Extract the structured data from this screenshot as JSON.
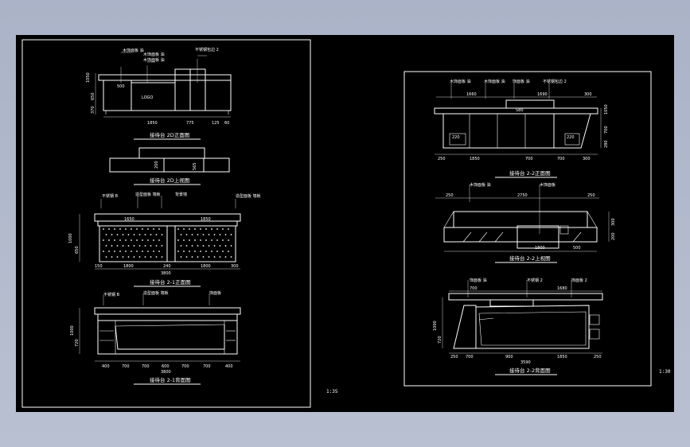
{
  "sheet": {
    "background": "#000000",
    "line_color": "#ffffff",
    "scale_left": "1:35",
    "scale_right": "1:30"
  },
  "left_sheet": {
    "front_view_a": {
      "caption": "接待台 2D正面图",
      "dims": [
        "500",
        "1850",
        "775",
        "125",
        "60"
      ],
      "heights": [
        "1050",
        "650",
        "370"
      ],
      "callouts": [
        "木饰面板 油",
        "木饰面板 油",
        "木饰面板 油",
        "不锈钢包边 2"
      ],
      "logo": "LOGO"
    },
    "top_view_a": {
      "caption": "接待台 2D上视图",
      "dims": [
        "200",
        "565"
      ]
    },
    "front_view_b": {
      "caption": "接待台 2-1正面图",
      "top_dims": [
        "1650",
        "1850"
      ],
      "dims": [
        "150",
        "1800",
        "240",
        "1800",
        "300"
      ],
      "total": "3800",
      "heights": [
        "1000",
        "650"
      ],
      "callouts": [
        "不锈钢 B",
        "造型面板 墙板",
        "背景墙",
        "造型面板 墙板"
      ]
    },
    "back_view_b": {
      "caption": "接待台 2-1背面图",
      "dims": [
        "400",
        "700",
        "700",
        "600",
        "700",
        "700",
        "400"
      ],
      "total": "3800",
      "heights": [
        "1000",
        "720"
      ],
      "callouts": [
        "不锈钢 B",
        "造型面板 墙板",
        "饰面板"
      ]
    }
  },
  "right_sheet": {
    "front_view": {
      "caption": "接待台 2-2正面图",
      "top_dims": [
        "1660",
        "1690",
        "300"
      ],
      "dims": [
        "250",
        "1850",
        "700",
        "700",
        "300"
      ],
      "heights": [
        "1050",
        "700",
        "280"
      ],
      "labels": [
        "580",
        "220",
        "220"
      ],
      "callouts": [
        "木饰面板 油",
        "木饰面板 油",
        "饰面板 油",
        "不锈钢包边 2"
      ]
    },
    "top_view": {
      "caption": "接待台 2-2上视图",
      "top_dims": [
        "250",
        "2750",
        "250"
      ],
      "dims": [
        "1800",
        "500"
      ],
      "heights": [
        "300",
        "200"
      ],
      "callouts": [
        "木饰面板 油",
        "木饰面板"
      ]
    },
    "back_view": {
      "caption": "接待台 2-2背面图",
      "top_dims": [
        "700",
        "1680"
      ],
      "dims": [
        "250",
        "700",
        "900",
        "1850",
        "250"
      ],
      "total": "3590",
      "heights": [
        "1000",
        "720"
      ],
      "callouts": [
        "饰面板 油",
        "不锈钢 2",
        "饰面板 2"
      ]
    }
  }
}
